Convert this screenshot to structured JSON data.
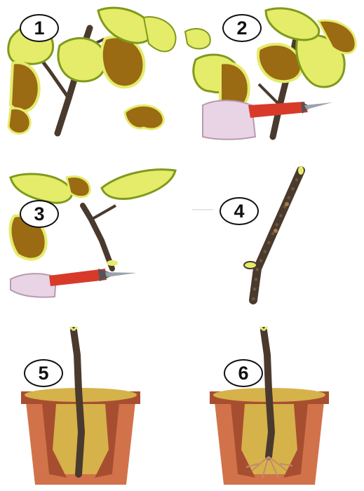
{
  "steps": [
    {
      "number": "1",
      "illustration": "fig-branch-with-leaves"
    },
    {
      "number": "2",
      "illustration": "pruning-shears-cutting-branch"
    },
    {
      "number": "3",
      "illustration": "trimming-lower-cut-with-shears"
    },
    {
      "number": "4",
      "illustration": "bare-fig-cutting"
    },
    {
      "number": "5",
      "illustration": "cutting-planted-in-pot"
    },
    {
      "number": "6",
      "illustration": "cutting-rooted-in-pot"
    }
  ],
  "colors": {
    "leaf_yellow": "#e4ec6a",
    "leaf_green": "#7f9a1c",
    "leaf_brown": "#9a6b12",
    "stem": "#4a3a2e",
    "pot": "#d2724a",
    "pot_dark": "#a84e30",
    "soil": "#d6b24a",
    "shears_red": "#d83a2a",
    "hand": "#e8d4e4"
  }
}
